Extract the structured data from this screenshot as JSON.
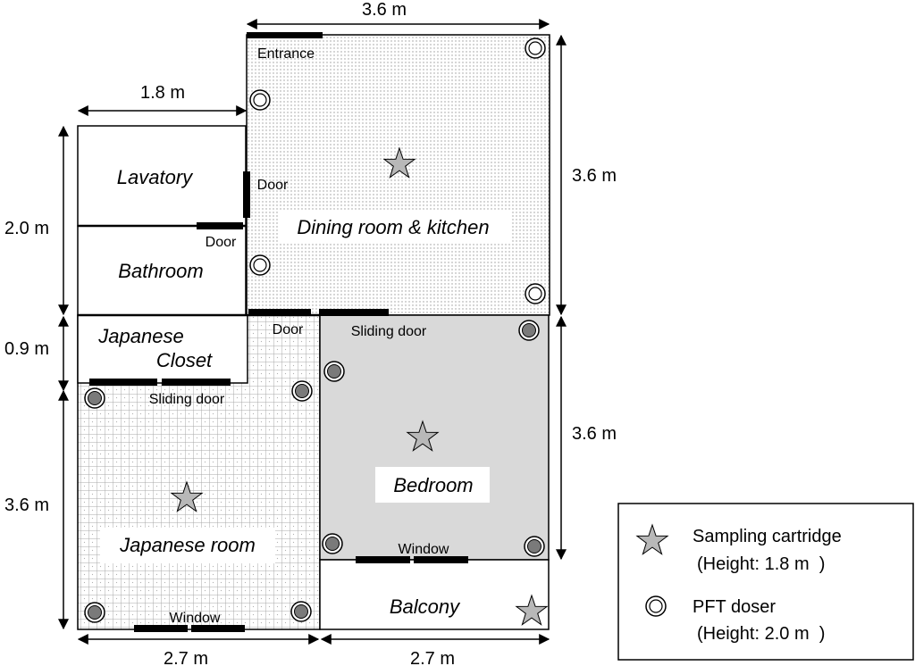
{
  "dimensions": {
    "top_width": "3.6 m",
    "lavatory_width": "1.8 m",
    "left_upper_height": "2.0 m",
    "closet_height": "0.9 m",
    "left_lower_height": "3.6 m",
    "right_upper_height": "3.6 m",
    "right_lower_height": "3.6 m",
    "bottom_left_width": "2.7 m",
    "bottom_right_width": "2.7 m"
  },
  "rooms": {
    "lavatory": "Lavatory",
    "bathroom": "Bathroom",
    "dining": "Dining room & kitchen",
    "closet_line1": "Japanese",
    "closet_line2": "Closet",
    "japanese_room": "Japanese room",
    "bedroom": "Bedroom",
    "balcony": "Balcony"
  },
  "openings": {
    "entrance": "Entrance",
    "door_lavatory": "Door",
    "door_bathroom": "Door",
    "door_japanese": "Door",
    "sliding_door_bedroom": "Sliding door",
    "sliding_door_closet": "Sliding door",
    "window_bedroom": "Window",
    "window_japanese": "Window"
  },
  "legend": {
    "sampling_label": "Sampling cartridge",
    "sampling_height": "(Height: 1.8 m  )",
    "pft_label": "PFT doser",
    "pft_height": "(Height: 2.0 m  )"
  },
  "colors": {
    "bedroom_fill": "#d9d9d9",
    "star_fill": "#b8b8b8",
    "sampler_fill": "#7a7a7a",
    "wall": "#000000"
  }
}
